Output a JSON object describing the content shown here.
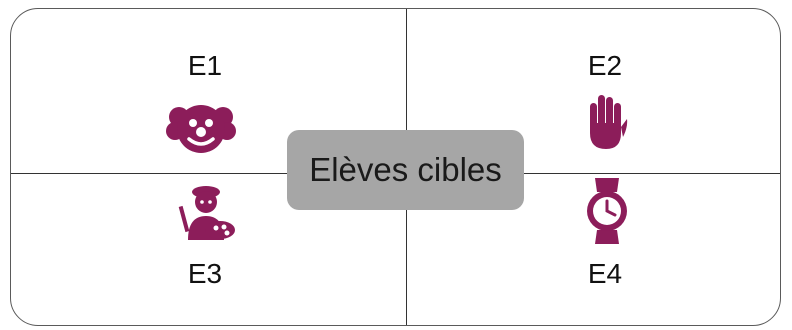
{
  "center": {
    "label": "Elèves cibles"
  },
  "quadrants": [
    {
      "label": "E1",
      "icon": "clown-face-icon"
    },
    {
      "label": "E2",
      "icon": "raised-hand-icon"
    },
    {
      "label": "E3",
      "icon": "painter-artist-icon"
    },
    {
      "label": "E4",
      "icon": "wristwatch-icon"
    }
  ],
  "colors": {
    "icon": "#8c1d5a",
    "center_box": "#a6a6a6",
    "border": "#5a5a5a"
  }
}
